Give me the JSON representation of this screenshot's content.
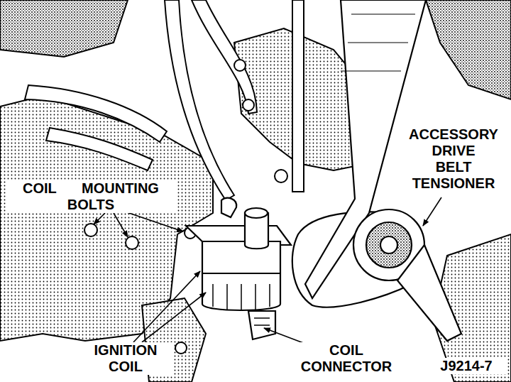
{
  "diagram": {
    "labels": [
      "COIL MOUNTING BOLTS",
      "ACCESSORY DRIVE BELT TENSIONER",
      "IGNITION COIL",
      "COIL CONNECTOR",
      "J9214-7"
    ]
  }
}
